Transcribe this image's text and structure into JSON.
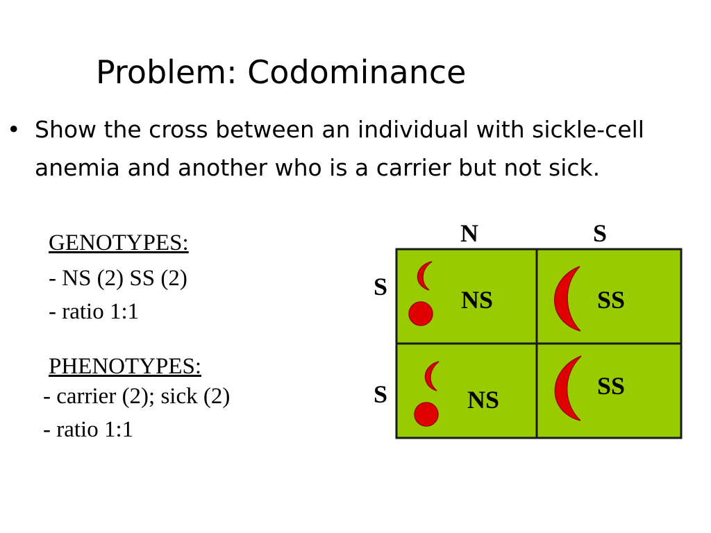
{
  "slide": {
    "title": "Problem: Codominance",
    "bullet_symbol": "•",
    "bullet_text": "Show the cross between an individual with sickle-cell anemia and another who is a carrier but not sick."
  },
  "genotypes": {
    "heading": "GENOTYPES:",
    "line1": "- NS (2) SS (2)",
    "line2": "- ratio  1:1"
  },
  "phenotypes": {
    "heading": "PHENOTYPES:",
    "line1": "- carrier (2); sick (2)",
    "line2": "- ratio  1:1"
  },
  "punnett": {
    "col_headers": [
      "N",
      "S"
    ],
    "row_headers": [
      "S",
      "S"
    ],
    "cells": [
      [
        "NS",
        "SS"
      ],
      [
        "NS",
        "SS"
      ]
    ],
    "cell_color": "#99cc00",
    "cell_icons": [
      [
        "sickle-and-round-cell",
        "sickle-cell"
      ],
      [
        "sickle-and-round-cell",
        "sickle-cell"
      ]
    ],
    "icon_color": "#e00000"
  }
}
